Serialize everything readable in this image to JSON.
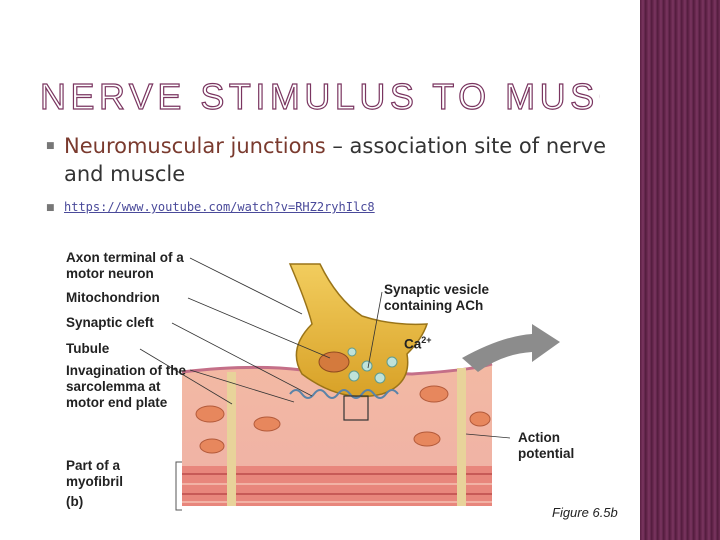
{
  "slide": {
    "title": "NERVE STIMULUS TO MUSCLES",
    "bullets": [
      {
        "term": "Neuromuscular junctions",
        "rest": " – association site of nerve and muscle"
      },
      {
        "link": "https://www.youtube.com/watch?v=RHZ2ryhIlc8"
      }
    ],
    "figure_ref": "Figure 6.5b"
  },
  "figure": {
    "labels": {
      "axon_terminal": "Axon terminal of a motor neuron",
      "mitochondrion": "Mitochondrion",
      "synaptic_cleft": "Synaptic cleft",
      "tubule": "Tubule",
      "invagination": "Invagination of the sarcolemma at motor end plate",
      "myofibril": "Part of a myofibril",
      "panel": "(b)",
      "vesicle": "Synaptic vesicle containing ACh",
      "calcium": "Ca",
      "calcium_sup": "2+",
      "action_potential": "Action potential"
    }
  },
  "colors": {
    "sidebar": "#5a1f42",
    "title_outline": "#7a3560",
    "term": "#7a3a2e",
    "link": "#4a4a9a",
    "terminal": "#e2b33a",
    "muscle": "#f6c9b4",
    "arrow": "#8c8c8c"
  }
}
